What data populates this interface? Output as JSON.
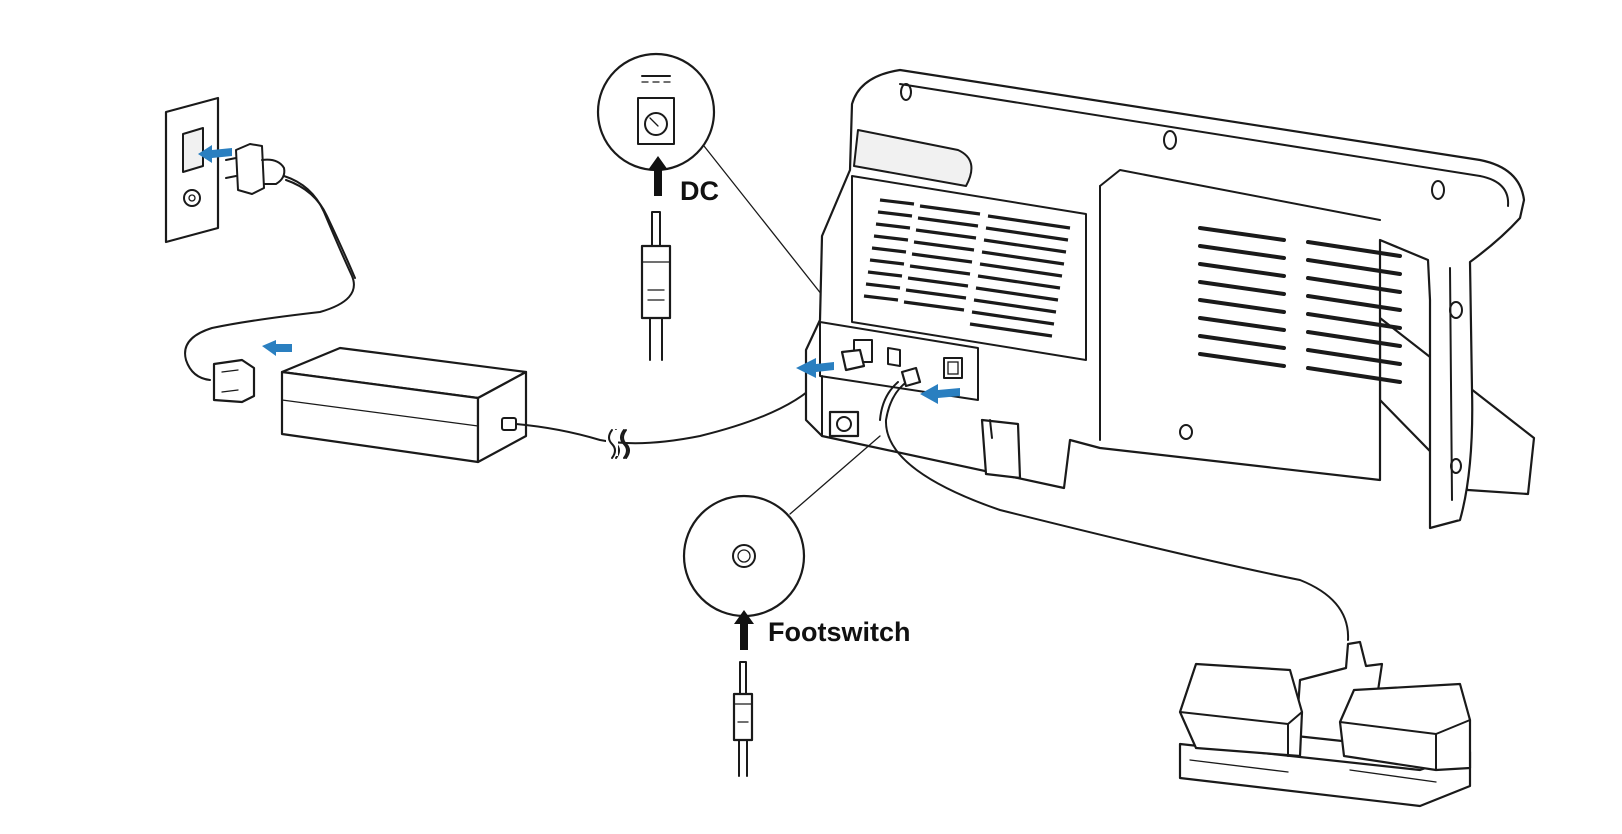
{
  "labels": {
    "dc": "DC",
    "footswitch": "Footswitch"
  },
  "colors": {
    "line": "#1a1a1a",
    "insert_arrow": "#2a7fc0",
    "callout_arrow": "#111111",
    "background": "#ffffff"
  },
  "icons": {
    "wall_outlet": "wall-outlet-icon",
    "power_adapter": "power-adapter-icon",
    "device": "device-rear-view",
    "foot_pedal": "foot-pedal-icon",
    "dc_jack": "dc-jack-icon",
    "footswitch_jack": "footswitch-jack-icon"
  }
}
